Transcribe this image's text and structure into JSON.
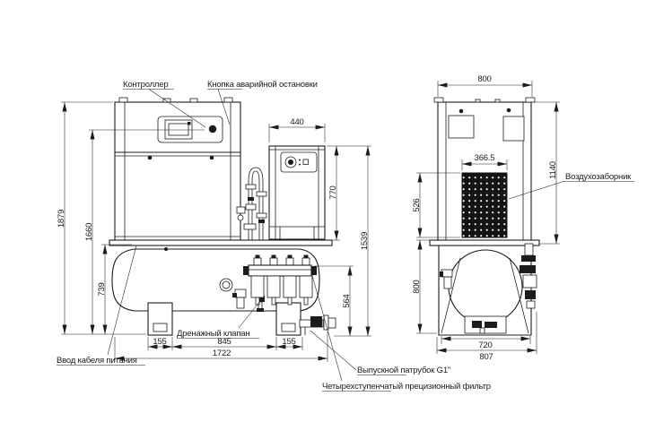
{
  "labels": {
    "controller": "Контроллер",
    "emergency_stop": "Кнопка аварийной остановки",
    "air_intake": "Воздухозаборник",
    "cable_entry": "Ввод кабеля питания",
    "drain_valve": "Дренажный клапан",
    "outlet_pipe": "Выпускной патрубок G1\"",
    "precision_filter": "Четырехступенчатый прецизионный фильтр"
  },
  "dimensions_front": {
    "overall_height": "1879",
    "controller_height": "1660",
    "tank_height": "739",
    "dryer_width": "440",
    "dryer_height": "770",
    "dryer_overall_height": "1539",
    "outlet_height": "564",
    "left_foot": "155",
    "feet_spacing": "845",
    "right_foot": "155",
    "overall_width": "1722"
  },
  "dimensions_side": {
    "overall_width": "800",
    "grille_width": "366.5",
    "cabinet_height": "1140",
    "grille_height": "526",
    "tank_section_height": "800",
    "feet_spacing": "720",
    "base_width": "807"
  },
  "colors": {
    "line": "#1c1c1c",
    "background": "#ffffff"
  }
}
